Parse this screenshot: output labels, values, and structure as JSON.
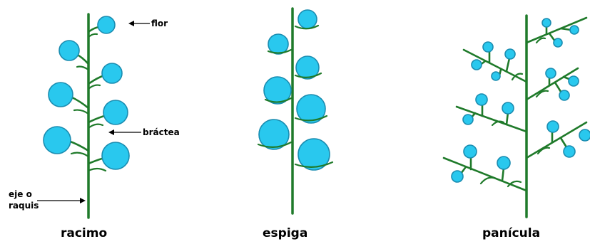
{
  "labels": {
    "flower": "flor",
    "bract": "bráctea",
    "axis": "eje o\nraquis"
  },
  "captions": {
    "raceme": "racimo",
    "spike": "espiga",
    "panicle": "panícula"
  },
  "colors": {
    "stem": "#1f7a2a",
    "flower_fill": "#29c8ee",
    "flower_stroke": "#1a8cb0"
  }
}
